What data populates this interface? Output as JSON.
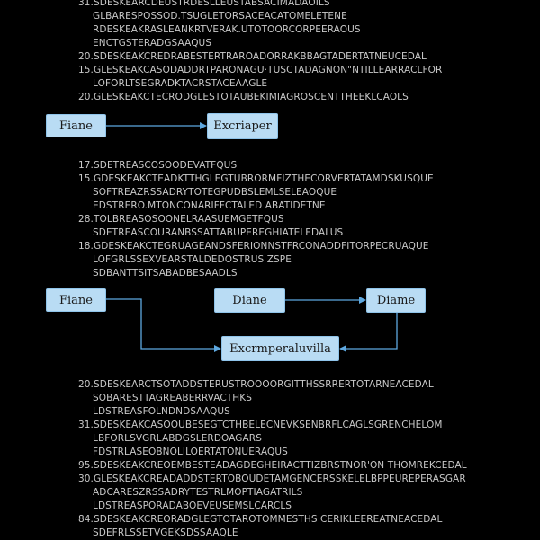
{
  "text_block_1": [
    {
      "text": "31.SDESKEARCDEUSTRDESLLEUSTABSACIMADAOILS",
      "indent": false
    },
    {
      "text": "GLBARESPOSSOD.TSUGLETORSACEACATOMELETENE",
      "indent": true
    },
    {
      "text": "RDESKEAKRASLEANKRTVERAK.UTOTOORCORPEERAOUS",
      "indent": true
    },
    {
      "text": "ENCTGSTERADGSAAQUS",
      "indent": true
    },
    {
      "text": "20.SDESKEAKCREDRABESTERTRAROADORRAKBBAGTADERTATNEUCEDAL",
      "indent": false
    },
    {
      "text": "15.GLESKEAKCASODADDRTPARONAGU·TUSCTADAGNON\"NTILLEARRACLFOR",
      "indent": false
    },
    {
      "text": "LOFORLTSEGRADKTACRSTACEAAGLE",
      "indent": true
    },
    {
      "text": "20.GLESKEAKCTECRODGLESTOTAUBEKIMIAGROSCENTTHEEKLCAOLS",
      "indent": false
    }
  ],
  "text_block_2": [
    {
      "text": "17.SDETREASCOSOODEVATFQUS",
      "indent": false
    },
    {
      "text": "15.GDESKEAKCTEADKTTHGLEGTUBRORMFIZTHECORVERTATAMDSKUSQUE",
      "indent": false
    },
    {
      "text": "SOFTREAZRSSADRYTOTEGPUDBSLEMLSELEAOQUE",
      "indent": true
    },
    {
      "text": "EDSTRERO.MTONCONARIFFCTALED ABATIDETNE",
      "indent": true
    },
    {
      "text": "28.TOLBREASOSOONELRAASUEMGETFQUS",
      "indent": false
    },
    {
      "text": "SDETREASCOURANBSSATTABUPEREGHIATELEDALUS",
      "indent": true
    },
    {
      "text": "18.GDESKEAKCTEGRUAGEANDSFERIONNSTFRCONADDFITORPECRUAQUE",
      "indent": false
    },
    {
      "text": "LOFGRLSSEXVEARSTALDEDOSTRUS ZSPE",
      "indent": true
    },
    {
      "text": "SDBANTTSITSABADBESAADLS",
      "indent": true
    }
  ],
  "text_block_3": [
    {
      "text": "20.SDESKEARCTSOTADDSTERUSTROOOORGITTHSSRRERTOTARNEACEDAL",
      "indent": false
    },
    {
      "text": "SOBARESTTAGREABERRVACTHKS",
      "indent": true
    },
    {
      "text": "LDSTREASFOLNDNDSAAQUS",
      "indent": true
    },
    {
      "text": "31.SDESKEAKCASOOUBESEGTCTHBELECNEVKSENBRFLCAGLSGRENCHELOM",
      "indent": false
    },
    {
      "text": "LBFORLSVGRLABDGSLERDOAGARS",
      "indent": true
    },
    {
      "text": "FDSTRLASEOBNOLILOERTATONUERAQUS",
      "indent": true
    },
    {
      "text": "95.SDESKEAKCREOEMBESTEADAGDEGHEIRACTTIZBRSTNOR'ON THOMREKCEDAL",
      "indent": false
    },
    {
      "text": "30.GLESKEAKCREADADDSTERTOBOUDETAMGENCERSSKELELBPPEUREPERASGAR",
      "indent": false
    },
    {
      "text": "ADCARESZRSSADRYTESTRLMOPTIAGATRILS",
      "indent": true
    },
    {
      "text": "LDSTREASPORADABOEVEUSEMSLCARCLS",
      "indent": true
    },
    {
      "text": "84.SDESKEAKCREORADGLEGTOTAROTOMMESTHS CERIKLEEREATNEACEDAL",
      "indent": false
    },
    {
      "text": "SDEFRLSSETVGEKSDSSAAQLE",
      "indent": true
    }
  ],
  "diagram_1": {
    "nodes": [
      {
        "id": "n1",
        "label": "Fiane"
      },
      {
        "id": "n2",
        "label": "Excriaper"
      }
    ]
  },
  "diagram_2": {
    "nodes": [
      {
        "id": "n3",
        "label": "Fiane"
      },
      {
        "id": "n4",
        "label": "Diane"
      },
      {
        "id": "n5",
        "label": "Diame"
      },
      {
        "id": "n6",
        "label": "Excrmperaluvilla"
      }
    ]
  },
  "colors": {
    "background": "#000000",
    "text": "#c9c9c9",
    "node_fill": "#b9dcf4",
    "node_border": "#8fc4ea",
    "edge": "#5ea8e0"
  }
}
